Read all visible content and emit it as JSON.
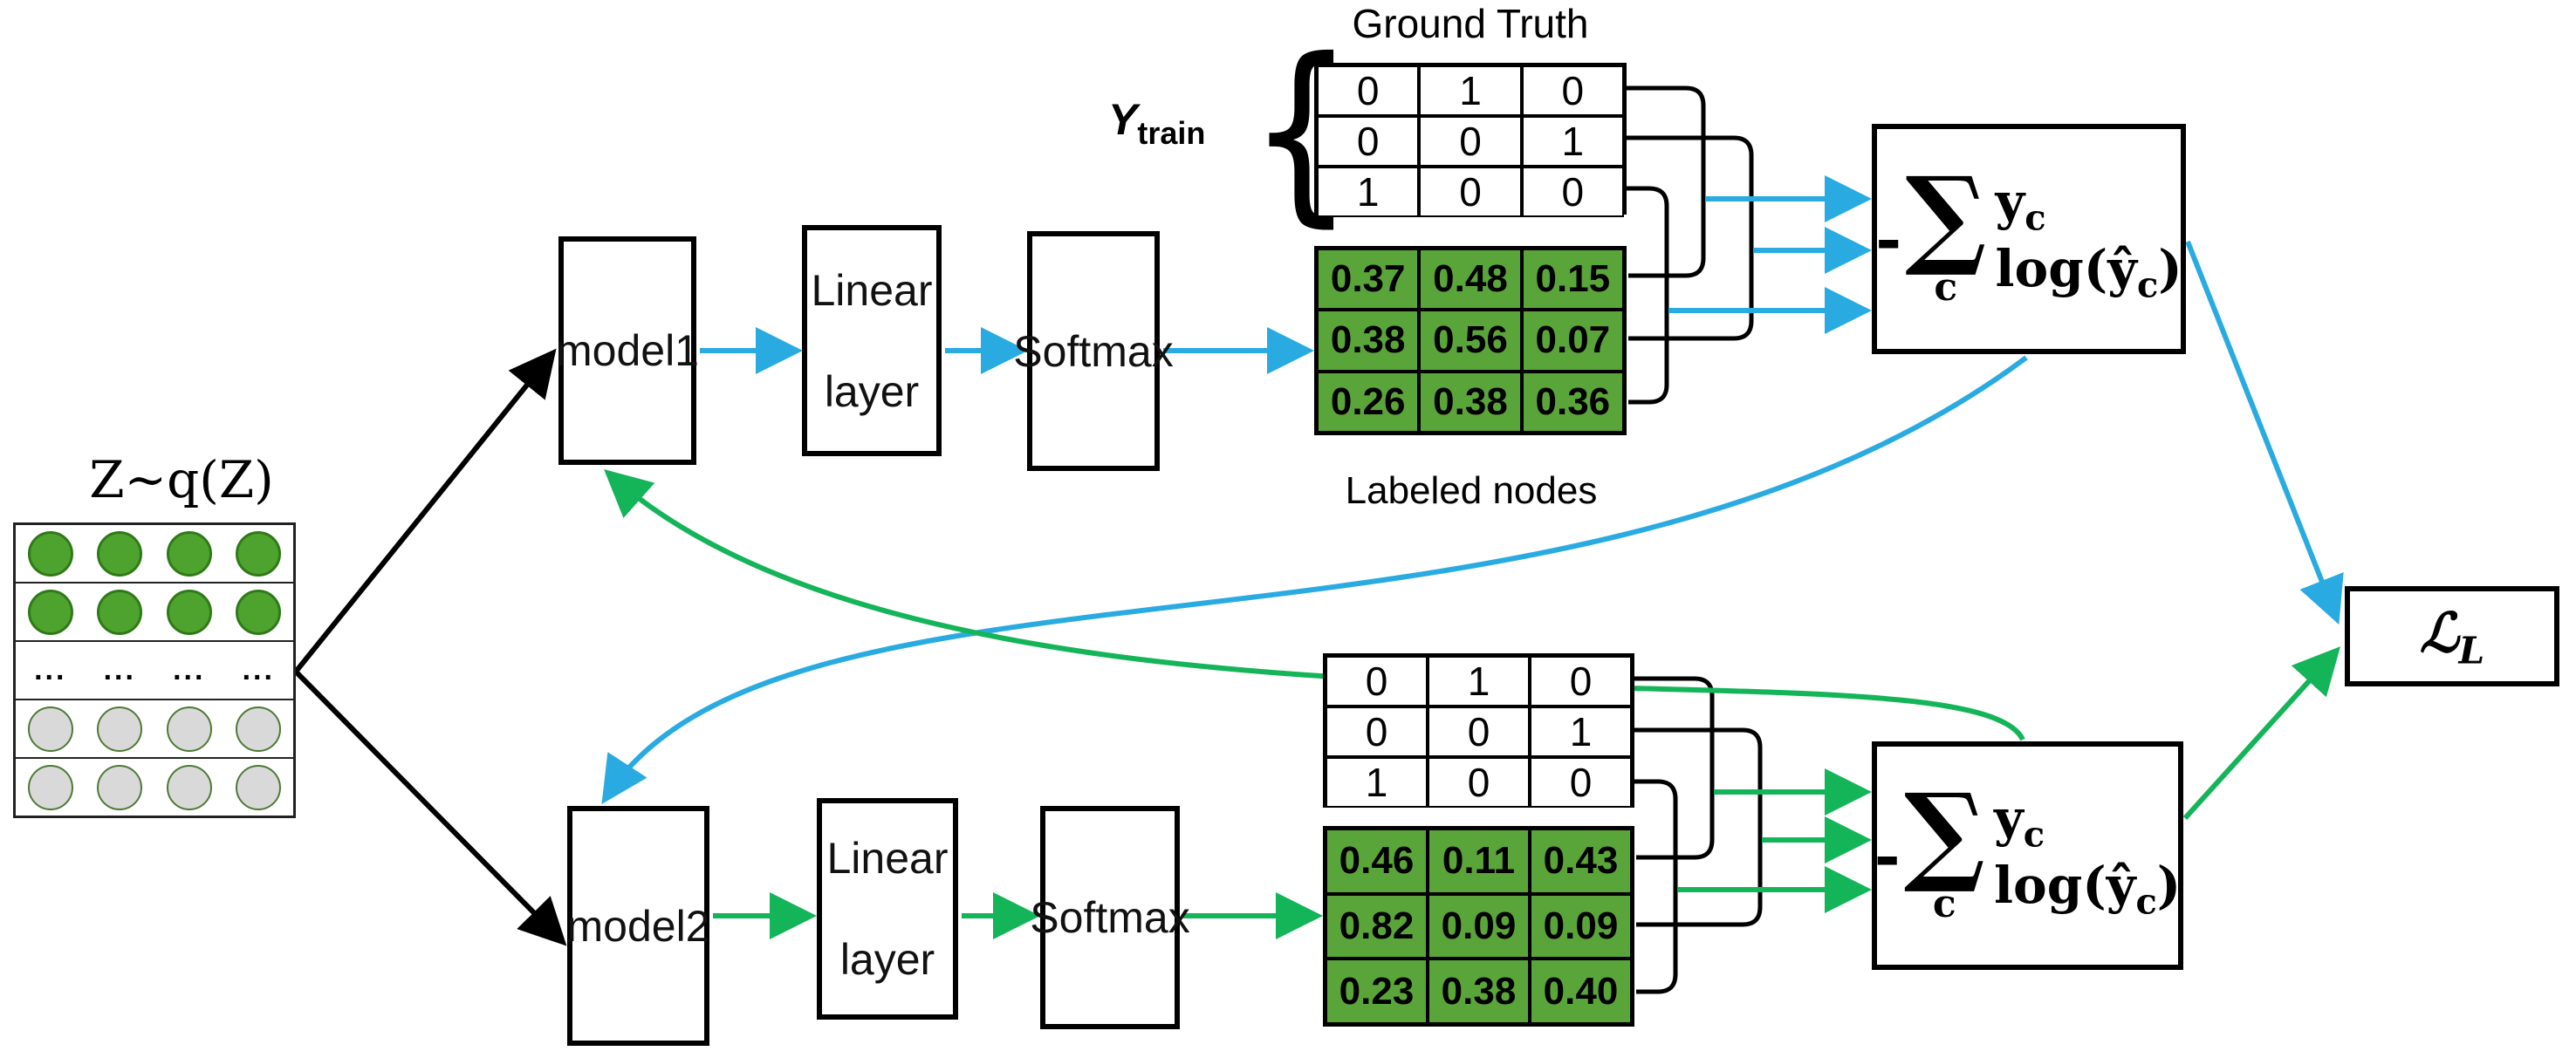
{
  "colors": {
    "blue_arrow": "#29abe2",
    "green_arrow": "#14b459",
    "matrix_green": "#5aa53a",
    "circle_green": "#4ea32e",
    "circle_gray": "#d9d9d9"
  },
  "input": {
    "title": "Z~q(Z)",
    "dots": "...",
    "row_types": [
      "green",
      "green",
      "dots",
      "gray",
      "gray"
    ],
    "columns": 4
  },
  "top_branch": {
    "model_label": "model1",
    "linear_line1": "Linear",
    "linear_line2": "layer",
    "softmax_label": "Softmax",
    "ground_truth_title": "Ground Truth",
    "y_train_base": "Y",
    "y_train_sub": "train",
    "brace": "{",
    "ground_truth": [
      [
        "0",
        "1",
        "0"
      ],
      [
        "0",
        "0",
        "1"
      ],
      [
        "1",
        "0",
        "0"
      ]
    ],
    "predictions": [
      [
        "0.37",
        "0.48",
        "0.15"
      ],
      [
        "0.38",
        "0.56",
        "0.07"
      ],
      [
        "0.26",
        "0.38",
        "0.36"
      ]
    ],
    "predictions_caption": "Labeled nodes",
    "loss": {
      "minus": "-",
      "sigma": "∑",
      "index": "c",
      "y": "y",
      "y_sub": "c",
      "log": "log(",
      "yhat": "ŷ",
      "yhat_sub": "c",
      "close": ")"
    }
  },
  "bottom_branch": {
    "model_label": "model2",
    "linear_line1": "Linear",
    "linear_line2": "layer",
    "softmax_label": "Softmax",
    "ground_truth": [
      [
        "0",
        "1",
        "0"
      ],
      [
        "0",
        "0",
        "1"
      ],
      [
        "1",
        "0",
        "0"
      ]
    ],
    "predictions": [
      [
        "0.46",
        "0.11",
        "0.43"
      ],
      [
        "0.82",
        "0.09",
        "0.09"
      ],
      [
        "0.23",
        "0.38",
        "0.40"
      ]
    ],
    "loss": {
      "minus": "-",
      "sigma": "∑",
      "index": "c",
      "y": "y",
      "y_sub": "c",
      "log": "log(",
      "yhat": "ŷ",
      "yhat_sub": "c",
      "close": ")"
    }
  },
  "output": {
    "symbol": "ℒ",
    "sub": "L"
  }
}
